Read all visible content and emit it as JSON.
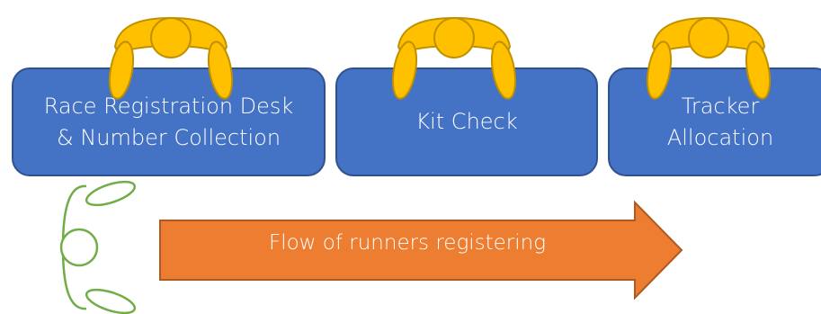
{
  "stations": [
    {
      "id": "registration",
      "label": "Race Registration Desk\n& Number Collection"
    },
    {
      "id": "kit",
      "label": "Kit Check"
    },
    {
      "id": "tracker",
      "label": "Tracker\nAllocation"
    }
  ],
  "flow": {
    "label": "Flow of runners registering",
    "color": "#ed7d31"
  },
  "colors": {
    "station_fill": "#4472c4",
    "station_border": "#2f528f",
    "staff_fill": "#ffc000",
    "staff_stroke": "#c09000",
    "runner_stroke": "#70ad47"
  },
  "icons": {
    "staff": "person-topview-icon",
    "runner": "runner-topview-icon"
  }
}
